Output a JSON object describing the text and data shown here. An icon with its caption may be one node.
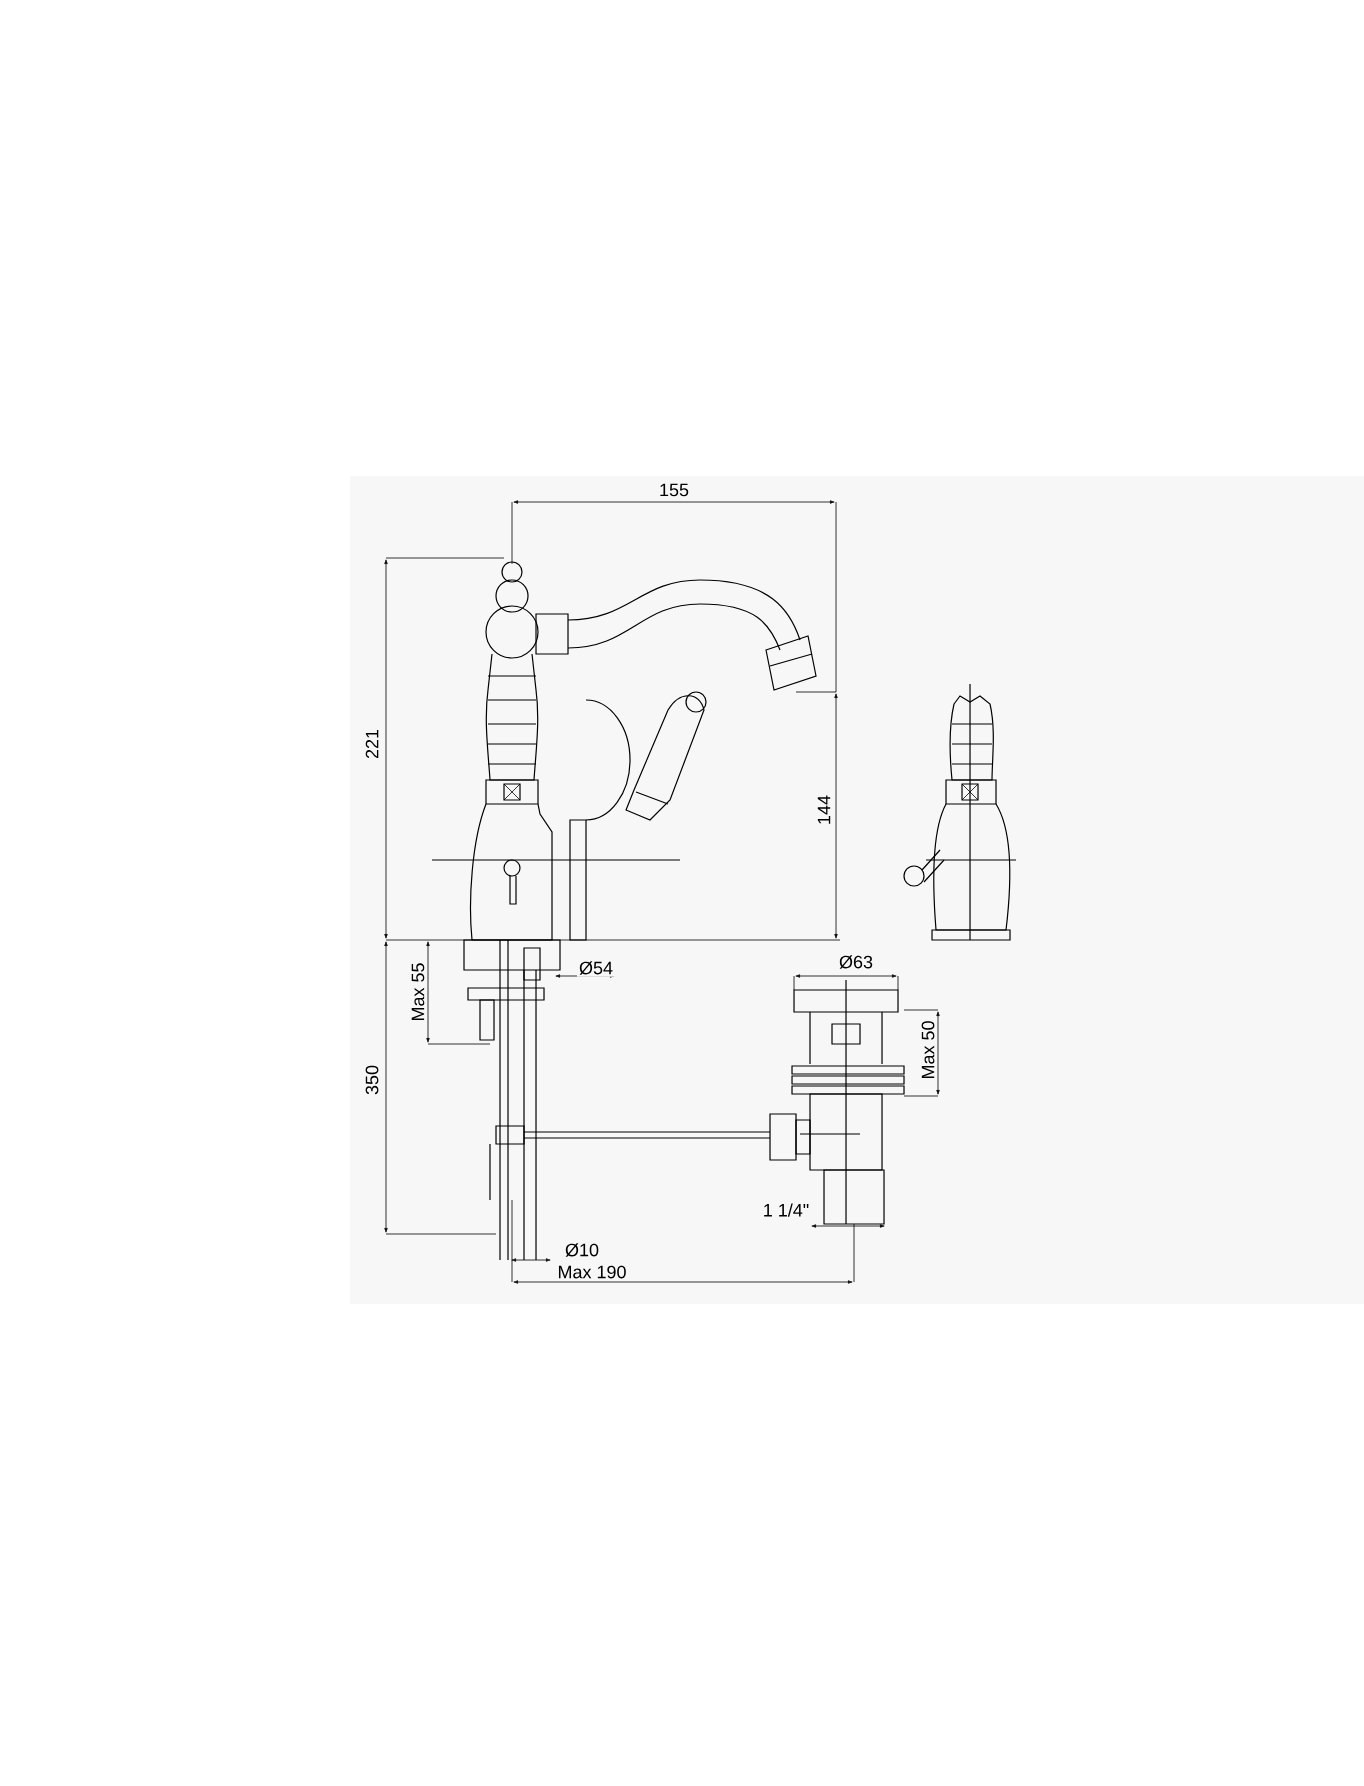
{
  "diagram": {
    "labels": [
      "155",
      "221",
      "144",
      "Ø54",
      "Ø63",
      "Max 55",
      "Max 50",
      "350",
      "1 1/4\"",
      "Ø10",
      "Max 190"
    ]
  }
}
